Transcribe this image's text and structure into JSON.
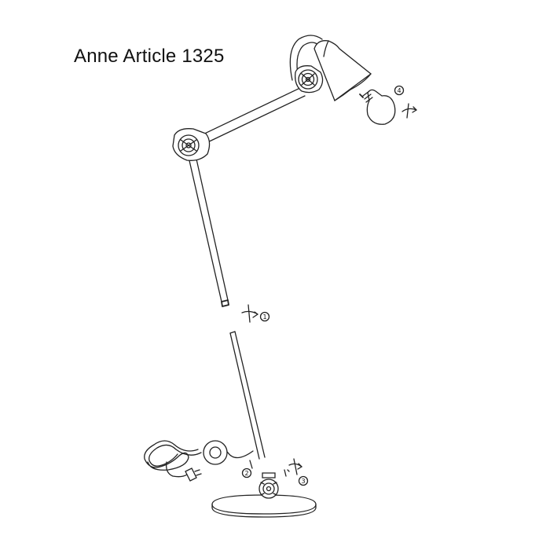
{
  "title": "Anne Article 1325",
  "steps": {
    "step1": "1",
    "step2": "2",
    "step3": "3",
    "step4": "4"
  }
}
